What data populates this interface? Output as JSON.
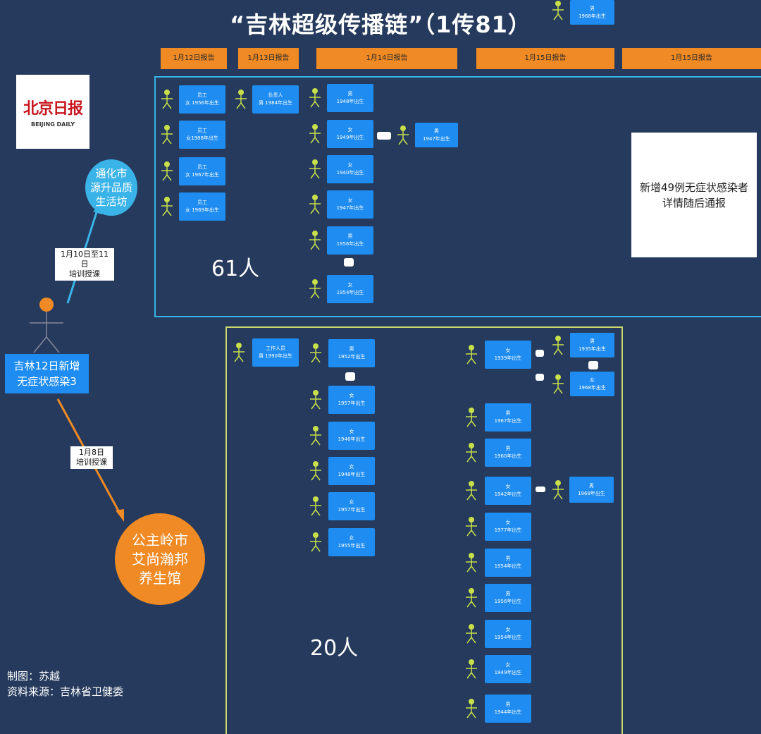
{
  "title": "“吉林超级传播链”（1传81）",
  "date_tabs": [
    "1月12日报告",
    "1月13日报告",
    "1月14日报告",
    "1月15日报告",
    "1月15日报告"
  ],
  "logo": {
    "cn": "北京日报",
    "en": "BEIJING DAILY"
  },
  "source": {
    "line1": "制图：苏越",
    "line2": "资料来源：吉林省卫健委"
  },
  "origin": {
    "line1": "吉林12日新增",
    "line2": "无症状感染3"
  },
  "place_tonghua": {
    "line1": "通化市",
    "line2": "源升品质",
    "line3": "生活坊"
  },
  "place_gongzhuling": {
    "line1": "公主岭市",
    "line2": "艾尚瀚邦",
    "line3": "养生馆"
  },
  "edge_tonghua": {
    "line1": "1月10日至11日",
    "line2": "培训授课"
  },
  "edge_gongzhuling": {
    "line1": "1月8日",
    "line2": "培训授课"
  },
  "group_top": {
    "count": "61人",
    "note_line1": "新增49例无症状感染者",
    "note_line2": "详情随后通报",
    "col_0112": [
      {
        "l1": "员工",
        "l2": "女 1956年出生"
      },
      {
        "l1": "员工",
        "l2": "女1988年出生"
      },
      {
        "l1": "员工",
        "l2": "女 1967年出生"
      },
      {
        "l1": "员工",
        "l2": "女 1969年出生"
      }
    ],
    "col_0113": [
      {
        "l1": "负责人",
        "l2": "男 1984年出生"
      }
    ],
    "col_0114": [
      {
        "l1": "男",
        "l2": "1948年出生"
      },
      {
        "l1": "女",
        "l2": "1949年出生"
      },
      {
        "l1": "女",
        "l2": "1940年出生"
      },
      {
        "l1": "女",
        "l2": "1947年出生"
      },
      {
        "l1": "男",
        "l2": "1956年出生"
      },
      {
        "l1": "女",
        "l2": "1954年出生"
      }
    ],
    "col_0115": [
      {
        "l1": "男",
        "l2": "1947年出生"
      }
    ]
  },
  "group_bottom": {
    "count": "20人",
    "staff": {
      "l1": "工作人员",
      "l2": "男 1990年出生"
    },
    "col_a": [
      {
        "l1": "男",
        "l2": "1952年出生"
      },
      {
        "l1": "女",
        "l2": "1957年出生"
      },
      {
        "l1": "女",
        "l2": "1946年出生"
      },
      {
        "l1": "女",
        "l2": "1948年出生"
      },
      {
        "l1": "女",
        "l2": "1957年出生"
      },
      {
        "l1": "女",
        "l2": "1955年出生"
      }
    ],
    "col_b": [
      {
        "l1": "女",
        "l2": "1939年出生"
      },
      {
        "l1": "男",
        "l2": "1967年出生"
      },
      {
        "l1": "男",
        "l2": "1960年出生"
      },
      {
        "l1": "女",
        "l2": "1942年出生"
      },
      {
        "l1": "女",
        "l2": "1977年出生"
      },
      {
        "l1": "男",
        "l2": "1954年出生"
      },
      {
        "l1": "男",
        "l2": "1956年出生"
      },
      {
        "l1": "女",
        "l2": "1954年出生"
      },
      {
        "l1": "女",
        "l2": "1949年出生"
      },
      {
        "l1": "男",
        "l2": "1944年出生"
      }
    ],
    "col_c": [
      {
        "l1": "男",
        "l2": "1935年出生"
      },
      {
        "l1": "女",
        "l2": "1968年出生"
      },
      {
        "l1": "男",
        "l2": "1968年出生"
      }
    ]
  },
  "colors": {
    "background": "#253a5c",
    "node": "#1e8cf0",
    "orange": "#f08a24",
    "cyan": "#3ab4e8",
    "yellow_frame": "#c9d86a",
    "person_green": "#c8e04a"
  }
}
